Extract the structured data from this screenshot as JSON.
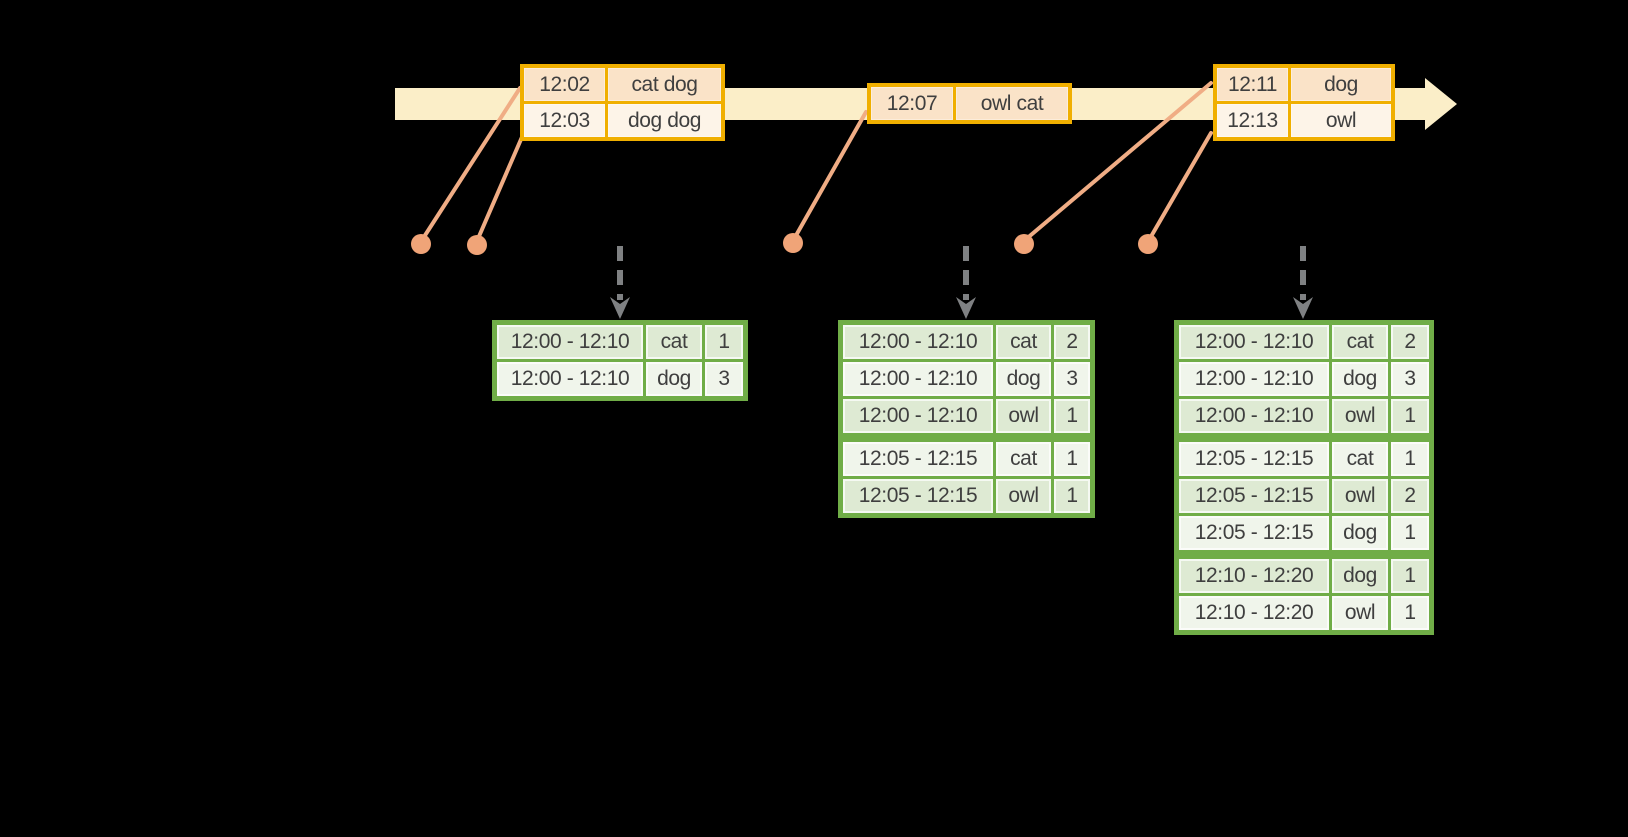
{
  "colors": {
    "canvas": "#000000",
    "timeline_band": "#FBEEC8",
    "event_border": "#F0AF00",
    "event_row_odd": "#FAE3C8",
    "event_row_even": "#FDF4E8",
    "result_border": "#70AD47",
    "result_row_odd": "#DEEAD3",
    "result_row_even": "#F0F5EB",
    "marker": "#F0A478",
    "leader_line": "#F0AD85",
    "trigger_arrow": "#7F8183",
    "text": "#3F3F3F"
  },
  "input": {
    "tables": [
      {
        "rows": [
          [
            "12:02",
            "cat dog"
          ],
          [
            "12:03",
            "dog dog"
          ]
        ]
      },
      {
        "rows": [
          [
            "12:07",
            "owl cat"
          ]
        ]
      },
      {
        "rows": [
          [
            "12:11",
            "dog"
          ],
          [
            "12:13",
            "owl"
          ]
        ]
      }
    ]
  },
  "results": {
    "tables": [
      {
        "rows": [
          [
            "12:00 - 12:10",
            "cat",
            "1"
          ],
          [
            "12:00 - 12:10",
            "dog",
            "3"
          ]
        ],
        "group_start_rows": []
      },
      {
        "rows": [
          [
            "12:00 - 12:10",
            "cat",
            "2"
          ],
          [
            "12:00 - 12:10",
            "dog",
            "3"
          ],
          [
            "12:00 - 12:10",
            "owl",
            "1"
          ],
          [
            "12:05 - 12:15",
            "cat",
            "1"
          ],
          [
            "12:05 - 12:15",
            "owl",
            "1"
          ]
        ],
        "group_start_rows": [
          3
        ]
      },
      {
        "rows": [
          [
            "12:00 - 12:10",
            "cat",
            "2"
          ],
          [
            "12:00 - 12:10",
            "dog",
            "3"
          ],
          [
            "12:00 - 12:10",
            "owl",
            "1"
          ],
          [
            "12:05 - 12:15",
            "cat",
            "1"
          ],
          [
            "12:05 - 12:15",
            "owl",
            "2"
          ],
          [
            "12:05 - 12:15",
            "dog",
            "1"
          ],
          [
            "12:10 - 12:20",
            "dog",
            "1"
          ],
          [
            "12:10 - 12:20",
            "owl",
            "1"
          ]
        ],
        "group_start_rows": [
          3,
          6
        ]
      }
    ]
  }
}
